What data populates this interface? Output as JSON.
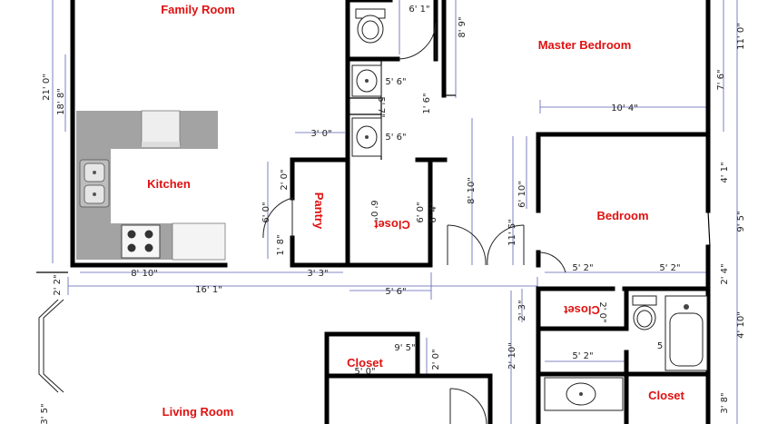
{
  "rooms": {
    "family_room": "Family Room",
    "master_bedroom": "Master Bedroom",
    "kitchen": "Kitchen",
    "pantry": "Pantry",
    "closet_center": "Closet",
    "bedroom": "Bedroom",
    "closet_right_small": "Closet",
    "closet_lower_left": "Closet",
    "closet_lower_right": "Closet",
    "living_room": "Living Room"
  },
  "dimensions": {
    "d_21_0": "21' 0\"",
    "d_18_8": "18' 8\"",
    "d_6_1": "6' 1\"",
    "d_8_9": "8' 9\"",
    "d_11_0": "11' 0\"",
    "d_7_6": "7' 6\"",
    "d_5_6_a": "5' 6\"",
    "d_1_6": "1' 6\"",
    "d_5_7": "5' 7\"",
    "d_5_6_b": "5' 6\"",
    "d_3_0": "3' 0\"",
    "d_10_4": "10' 4\"",
    "d_2_0_a": "2' 0\"",
    "d_6_0_a": "6' 0\"",
    "d_6_0_b": "6' 0\"",
    "d_6_4": "6' 4\"",
    "d_6_10": "6' 10\"",
    "d_8_10_v": "8' 10\"",
    "d_4_1": "4' 1\"",
    "d_11_5": "11' 5\"",
    "d_9_5": "9' 5\"",
    "d_1_8": "1' 8\"",
    "d_6_0_c": "6' 0\"",
    "d_8_10_h": "8' 10\"",
    "d_3_3": "3' 3\"",
    "d_5_2_a": "5' 2\"",
    "d_5_2_b": "5' 2\"",
    "d_2_4": "2' 4\"",
    "d_2_2": "2' 2\"",
    "d_16_1": "16' 1\"",
    "d_5_6_c": "5' 6\"",
    "d_2_3": "2' 3\"",
    "d_2_0_b": "2' 0\"",
    "d_4_10": "4' 10\"",
    "d_2_10": "2' 10\"",
    "d_5_2_c": "5' 2\"",
    "d_9_5_b": "9' 5\"",
    "d_5_0": "5' 0\"",
    "d_3_8": "3' 8\"",
    "d_3_5": "3' 5\"",
    "d_5_short": "5"
  }
}
